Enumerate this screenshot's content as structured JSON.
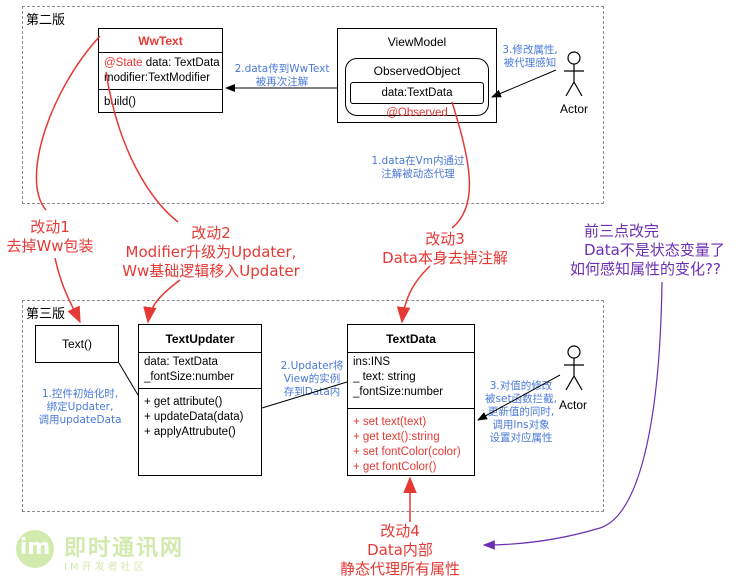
{
  "sections": {
    "v2": "第二版",
    "v3": "第三版"
  },
  "v2": {
    "wwtext": {
      "title": "WwText",
      "attr1_decorator": "@State",
      "attr1_rest": " data: TextData",
      "attr2": "modifier:TextModifier",
      "method": "build()"
    },
    "viewmodel": {
      "title": "ViewModel",
      "observed": "ObservedObject",
      "data_left": "data:TextData ",
      "data_right": "@Observed"
    },
    "actor": "Actor",
    "note_left_1": "2.data传到WwText",
    "note_left_2": "被再次注解",
    "note_right_1": "3.修改属性,",
    "note_right_2": "被代理感知",
    "note_bottom_1": "1.data在Vm内通过",
    "note_bottom_2": "注解被动态代理"
  },
  "changes": {
    "c1_1": "改动1",
    "c1_2": "去掉Ww包装",
    "c2_1": "改动2",
    "c2_2": "Modifier升级为Updater,",
    "c2_3": "Ww基础逻辑移入Updater",
    "c3_1": "改动3",
    "c3_2": "Data本身去掉注解",
    "c4_1": "改动4",
    "c4_2": "Data内部",
    "c4_3": "静态代理所有属性"
  },
  "question": {
    "l1": "前三点改完",
    "l2": "Data不是状态变量了",
    "l3": "如何感知属性的变化??"
  },
  "v3": {
    "text_box": "Text()",
    "updater": {
      "title": "TextUpdater",
      "a1": "data: TextData",
      "a2": "_fontSize:number",
      "m1": "+ get attribute()",
      "m2": "+ updateData(data)",
      "m3": "+ applyAttrubute()"
    },
    "textdata": {
      "title": "TextData",
      "a1": "ins:INS",
      "a2": "_ text: string",
      "a3": "_fontSize:number",
      "m1": "+ set text(text)",
      "m2": "+ get text():string",
      "m3": "+ set fontColor(color)",
      "m4": "+ get fontColor()"
    },
    "actor": "Actor",
    "note1_1": "1.控件初始化时,",
    "note1_2": "绑定Updater,",
    "note1_3": "调用updateData",
    "note2_1": "2.Updater将",
    "note2_2": "View的实例",
    "note2_3": "存到Data内",
    "note3_1": "3.对值的修改",
    "note3_2": "被set函数拦截,",
    "note3_3": "更新值的同时,",
    "note3_4": "调用Ins对象",
    "note3_5": "设置对应属性"
  },
  "watermark": {
    "logo": "im",
    "title": "即时通讯网",
    "sub": "IM开发者社区"
  },
  "colors": {
    "red": "#e53935",
    "blue": "#4a79d8",
    "purple": "#6b2fb3"
  }
}
